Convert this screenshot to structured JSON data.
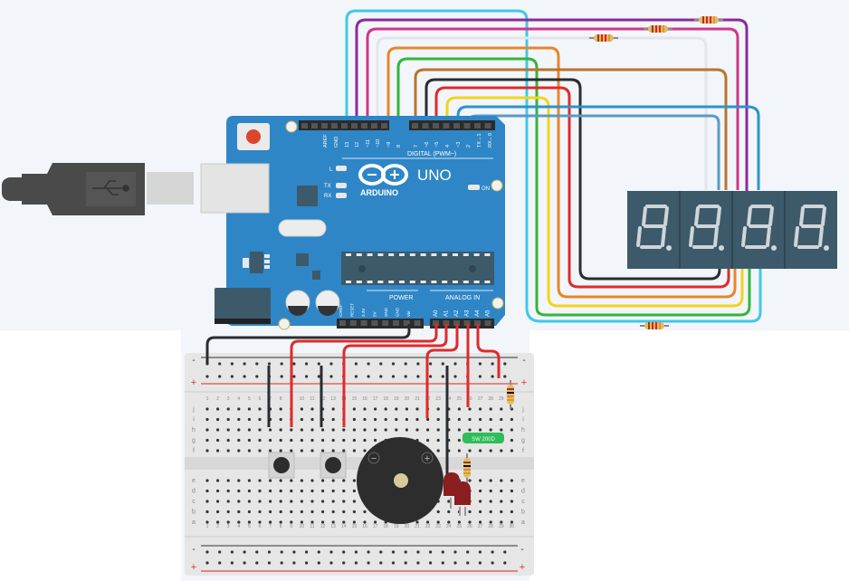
{
  "arduino": {
    "brand": "ARDUINO",
    "model": "UNO",
    "digital_header_label": "DIGITAL (PWM~)",
    "power_header_label": "POWER",
    "analog_header_label": "ANALOG IN",
    "digital_pins": [
      "AREF",
      "GND",
      "13",
      "12",
      "~11",
      "~10",
      "~9",
      "8",
      "7",
      "~6",
      "~5",
      "4",
      "~3",
      "2",
      "TX→1",
      "RX←0"
    ],
    "power_pins": [
      "IOREF",
      "RESET",
      "3.3V",
      "5V",
      "GND",
      "GND",
      "Vin"
    ],
    "analog_pins": [
      "A0",
      "A1",
      "A2",
      "A3",
      "A4",
      "A5"
    ],
    "led_labels": [
      "L",
      "TX",
      "RX",
      "ON"
    ]
  },
  "usb_cable": {
    "icon": "usb-icon"
  },
  "breadboard": {
    "rail_minus": "-",
    "rail_plus": "+",
    "row_letters_top": [
      "j",
      "i",
      "h",
      "g",
      "f"
    ],
    "row_letters_bottom": [
      "e",
      "d",
      "c",
      "b",
      "a"
    ],
    "columns": 30
  },
  "components": {
    "seven_segment_display": {
      "digits": 4,
      "shown": "8.8.8.8."
    },
    "sensor_label": "SW 200D",
    "buzzer_minus": "−",
    "buzzer_plus": "+",
    "push_buttons": 2,
    "leds": 2,
    "resistors": 6
  },
  "wires": {
    "colors": {
      "cyan": "#3fc8ea",
      "purple": "#8a2a9e",
      "magenta": "#d0358c",
      "white": "#e2e6ea",
      "orange": "#e8862a",
      "green": "#33b53a",
      "brown": "#b8742f",
      "black": "#2a2d30",
      "red": "#de2b2b",
      "yellow": "#f0d41e",
      "blue": "#2e93c9",
      "steel": "#5b9ac4"
    }
  },
  "colors": {
    "board": "#2e86c6",
    "display": "#3d5a6a",
    "breadboard": "#e6e6e6"
  }
}
